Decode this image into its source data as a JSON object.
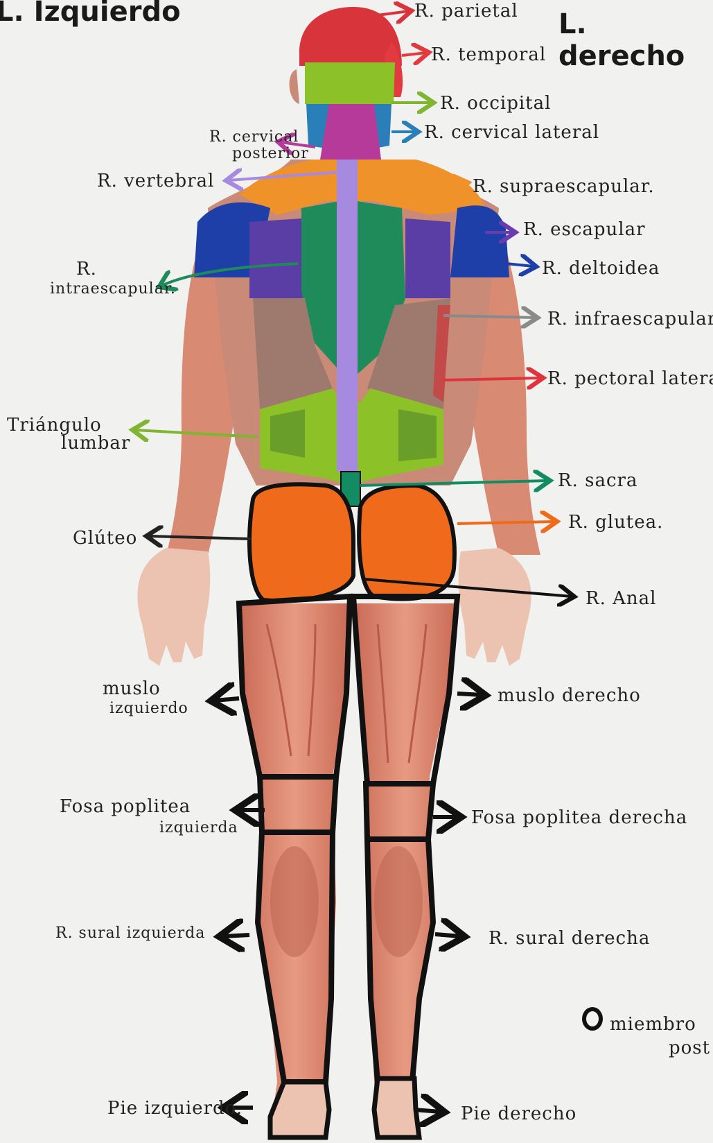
{
  "titles": {
    "left": "L. Izquierdo",
    "right": "L. derecho"
  },
  "labels": {
    "parietal": "R. parietal",
    "temporal": "R. temporal",
    "occipital": "R. occipital",
    "cervical_lateral": "R. cervical lateral",
    "cervical_posterior_1": "R. cervical",
    "cervical_posterior_2": "posterior",
    "vertebral": "R. vertebral",
    "supraescapular": "R. supraescapular.",
    "escapular": "R. escapular",
    "deltoidea": "R. deltoidea",
    "intraescapular_1": "R.",
    "intraescapular_2": "intraescapular.",
    "infraescapular": "R. infraescapular",
    "pectoral_lateral": "R. pectoral lateral",
    "triangulo_1": "Triángulo",
    "triangulo_2": "lumbar",
    "sacra": "R. sacra",
    "glutea": "R. glutea.",
    "gluteo": "Glúteo",
    "anal": "R. Anal",
    "muslo_izq_1": "muslo",
    "muslo_izq_2": "izquierdo",
    "muslo_der": "muslo derecho",
    "fosa_izq_1": "Fosa poplitea",
    "fosa_izq_2": "izquierda",
    "fosa_der": "Fosa poplitea derecha",
    "sural_izq": "R. sural izquierda",
    "sural_der": "R. sural derecha",
    "pie_izq": "Pie izquierdo.",
    "pie_der": "Pie derecho",
    "legend_1": "miembro",
    "legend_2": "post"
  },
  "colors": {
    "parietal": "#d8343c",
    "temporal": "#e23a3e",
    "occipital": "#8cc227",
    "cervical_lateral": "#2b7fb8",
    "cervical_posterior": "#b63a9a",
    "vertebral": "#a58ae0",
    "supraescapular": "#f0922a",
    "escapular": "#6a3ab0",
    "deltoidea": "#1f3fa8",
    "intraescapular": "#1f8a5a",
    "infraescapular": "#8a8a8a",
    "pectoral_lateral": "#e0343c",
    "triangulo": "#7fb531",
    "sacra": "#138b63",
    "glutea": "#ef6a1a",
    "gluteo": "#222222",
    "anal": "#111111",
    "black": "#1a1a1a",
    "skin": "#e7a98e",
    "muscle": "#d77b66"
  }
}
